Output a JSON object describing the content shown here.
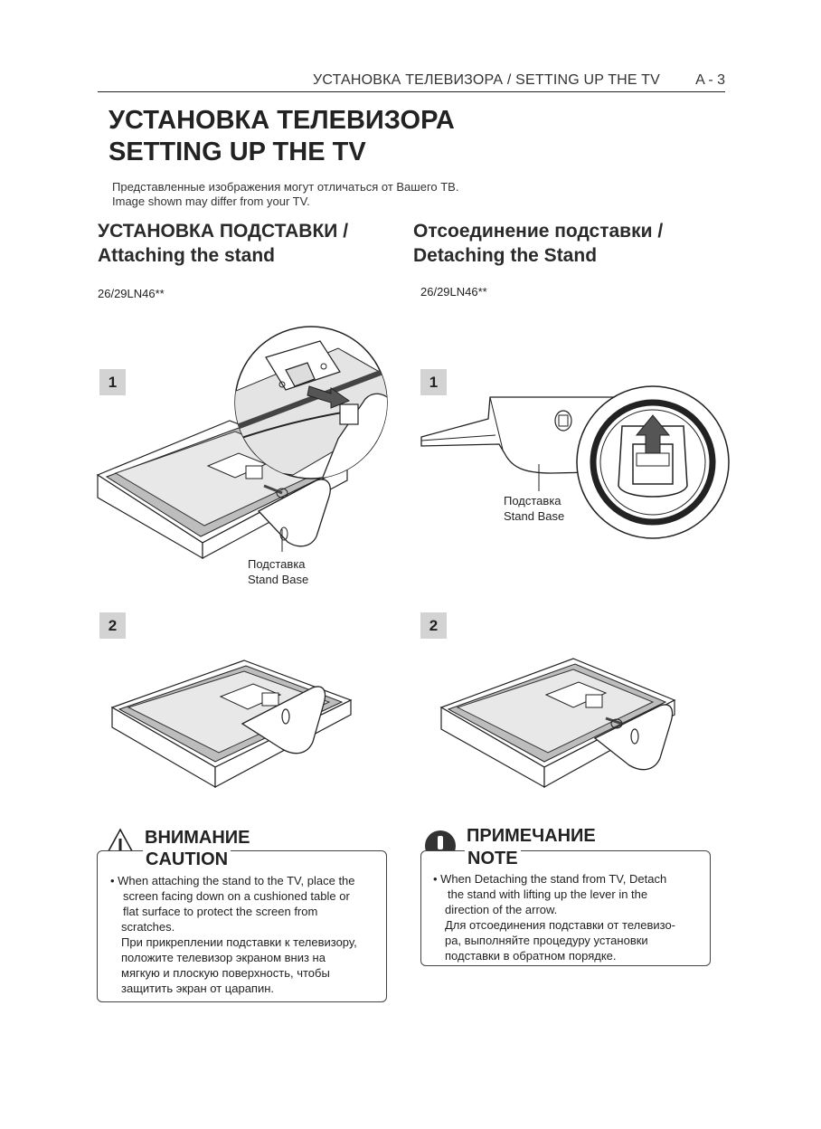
{
  "header": {
    "running_title": "УСТАНОВКА ТЕЛЕВИЗОРА / SETTING UP THE TV",
    "page_number": "A - 3"
  },
  "title": {
    "line1": "УСТАНОВКА ТЕЛЕВИЗОРА",
    "line2": "SETTING UP THE TV"
  },
  "subtitle": {
    "line1": "Представленные изображения могут отличаться от Вашего ТВ.",
    "line2": "Image shown may differ from your TV."
  },
  "attach": {
    "heading_line1": "УСТАНОВКА ПОДСТАВКИ /",
    "heading_line2": "Attaching the stand",
    "model": "26/29LN46**",
    "step1": "1",
    "step2": "2",
    "callout_line1": "Подставка",
    "callout_line2": "Stand Base"
  },
  "detach": {
    "heading_line1": "Отсоединение подставки /",
    "heading_line2": "Detaching the Stand",
    "model": "26/29LN46**",
    "step1": "1",
    "step2": "2",
    "callout_line1": "Подставка",
    "callout_line2": "Stand Base"
  },
  "caution": {
    "heading_ru": "ВНИМАНИЕ",
    "heading_en": "CAUTION",
    "icon": "warning-triangle-icon",
    "lines": [
      "• When attaching the stand to the TV, place the",
      "screen facing down on a cushioned table or",
      "flat surface to protect the screen from",
      "scratches.",
      "При прикреплении подставки к телевизору,",
      "положите телевизор экраном вниз на",
      "мягкую и плоскую поверхность, чтобы",
      "защитить экран от царапин."
    ]
  },
  "note": {
    "heading_ru": "ПРИМЕЧАНИЕ",
    "heading_en": "NOTE",
    "icon": "exclamation-circle-icon",
    "lines": [
      "• When Detaching the stand from TV, Detach",
      "the stand with lifting up the lever in the",
      "direction of the arrow.",
      "Для отсоединения подставки от телевизо-",
      "ра, выполняйте процедуру установки",
      "подставки в обратном порядке."
    ]
  }
}
